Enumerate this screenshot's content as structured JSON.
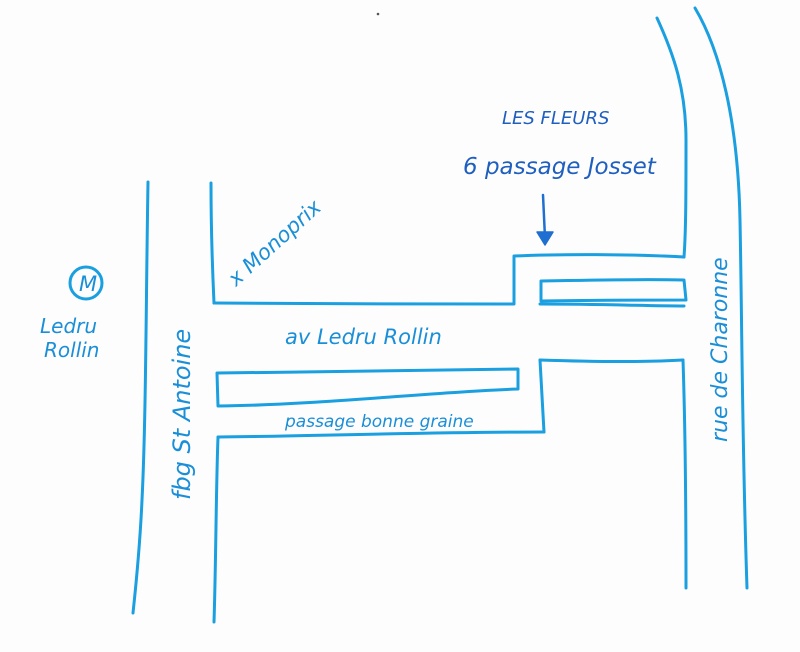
{
  "map": {
    "metro_symbol": "M",
    "metro_station_line1": "Ledru",
    "metro_station_line2": "Rollin",
    "street_faubourg": "fbg St Antoine",
    "landmark_monoprix": "x Monoprix",
    "street_avenue": "av Ledru Rollin",
    "street_passage_bonne_graine": "passage bonne graine",
    "destination_name": "LES FLEURS",
    "destination_address": "6 passage Josset",
    "street_charonne": "rue de Charonne",
    "colors": {
      "ink": "#1a9fe0",
      "ink_dark": "#1f6fd0"
    },
    "icons": [
      "metro-icon",
      "arrow-down-icon",
      "cross-mark-icon"
    ]
  }
}
